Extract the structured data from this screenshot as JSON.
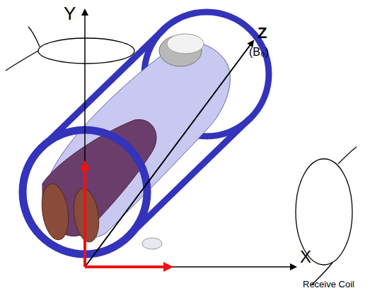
{
  "diagram": {
    "labels": [
      "Y",
      "Z",
      "(B₀)",
      "X",
      "Receive Coil"
    ]
  }
}
